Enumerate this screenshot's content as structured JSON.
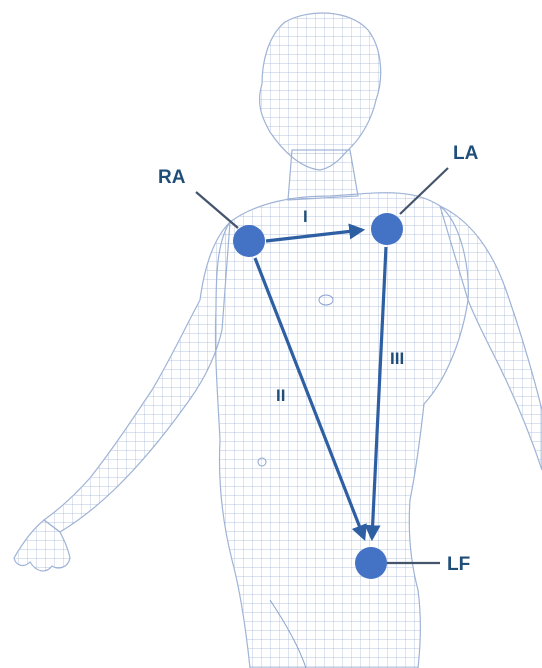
{
  "figure": {
    "colors": {
      "mesh": "#9fb3d6",
      "mesh_fill": "#f4f7fc",
      "electrode": "#4472c4",
      "lead_line": "#2e5fa3",
      "label": "#1f4e79",
      "pointer": "#44546a"
    },
    "electrodes": {
      "ra": {
        "label": "RA"
      },
      "la": {
        "label": "LA"
      },
      "lf": {
        "label": "LF"
      }
    },
    "leads": {
      "lead_1": {
        "label": "I"
      },
      "lead_2": {
        "label": "II"
      },
      "lead_3": {
        "label": "III"
      }
    }
  }
}
